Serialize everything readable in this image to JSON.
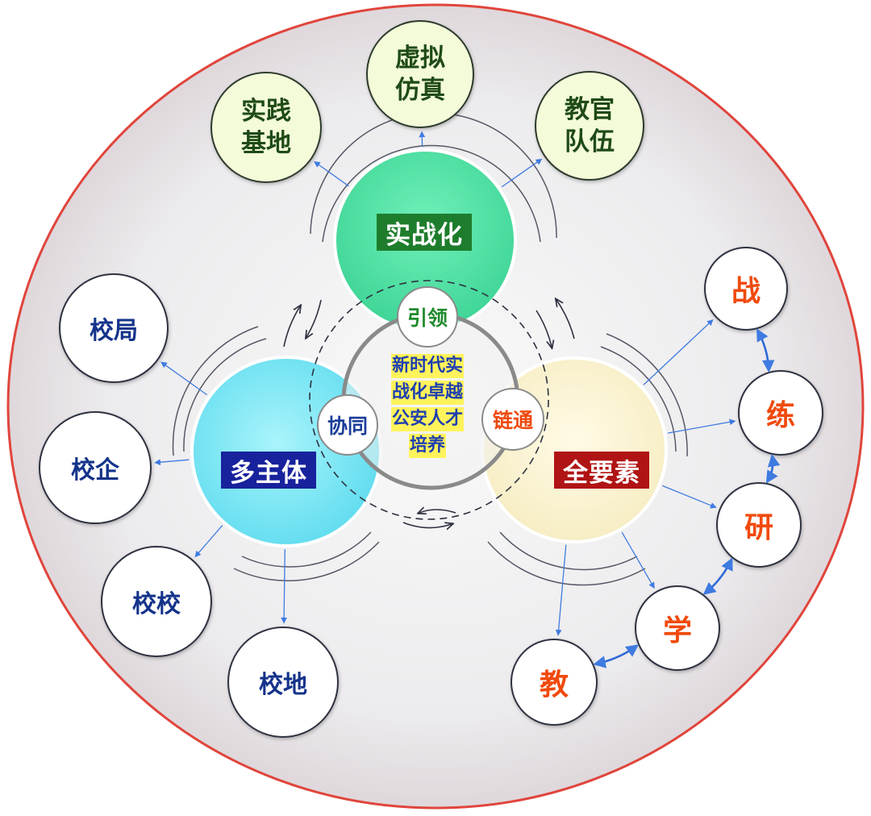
{
  "center": {
    "text": "新时代实\n战化卓越\n公安人才\n培养",
    "text_color": "#1f3fb0",
    "highlight": "#fff35c"
  },
  "connectors": [
    {
      "id": "lead",
      "text": "引领",
      "color": "#1f8a2c"
    },
    {
      "id": "collab",
      "text": "协同",
      "color": "#1c3f9a"
    },
    {
      "id": "link",
      "text": "链通",
      "color": "#ee4a0e"
    }
  ],
  "pillars": [
    {
      "id": "practical",
      "text": "实战化",
      "fill": "#4ee3a3",
      "label_bg": "#1e7d2c",
      "label_color": "#ffffff"
    },
    {
      "id": "multi-subject",
      "text": "多主体",
      "fill": "#7ce9f4",
      "label_bg": "#18229c",
      "label_color": "#ffffff"
    },
    {
      "id": "all-elements",
      "text": "全要素",
      "fill": "#fbf4cf",
      "label_bg": "#b01414",
      "label_color": "#ffffff"
    }
  ],
  "practical_nodes": [
    {
      "text": "实践\n基地"
    },
    {
      "text": "虚拟\n仿真"
    },
    {
      "text": "教官\n队伍"
    }
  ],
  "multi_nodes": [
    {
      "text": "校局"
    },
    {
      "text": "校企"
    },
    {
      "text": "校校"
    },
    {
      "text": "校地"
    }
  ],
  "element_nodes": [
    {
      "text": "战"
    },
    {
      "text": "练"
    },
    {
      "text": "研"
    },
    {
      "text": "学"
    },
    {
      "text": "教"
    }
  ],
  "colors": {
    "outer_border": "#e0453c",
    "outer_fill": "#e9e6e8",
    "green_node_fill": "#f3fbd9",
    "green_text": "#1f4a16",
    "blue_text": "#14338a",
    "orange_text": "#f04a0c",
    "arrow_blue": "#3f7be0",
    "ring_gray": "#8a8a8a"
  }
}
